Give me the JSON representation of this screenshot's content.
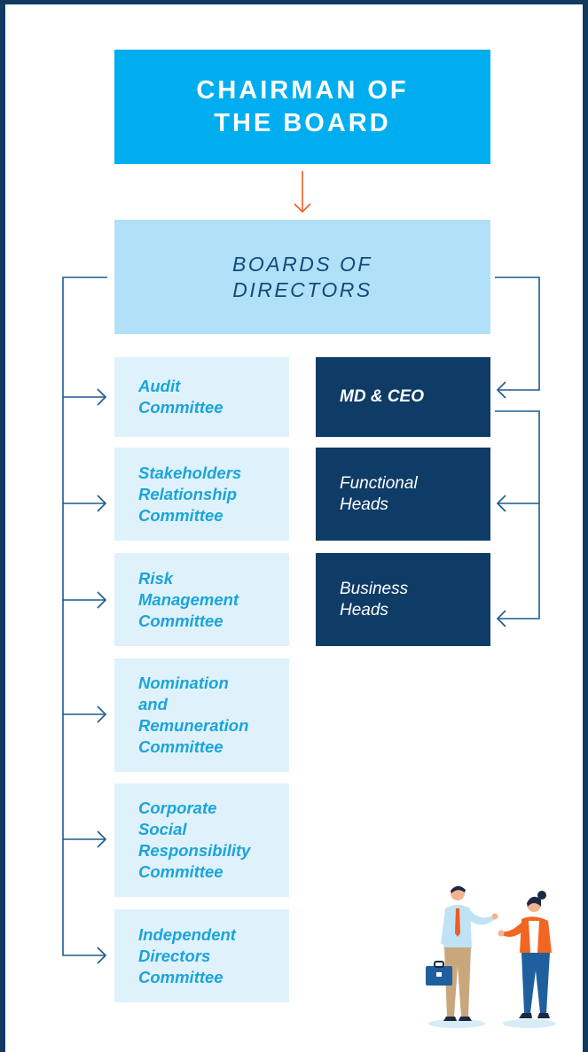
{
  "chart": {
    "chairman": "CHAIRMAN OF THE BOARD",
    "board": "BOARDS OF DIRECTORS",
    "committees": [
      "Audit Committee",
      "Stakeholders Relationship Committee",
      "Risk Management Committee",
      "Nomination and Remuneration Committee",
      "Corporate Social Responsibility Committee",
      "Independent Directors Committee"
    ],
    "executives": [
      "MD & CEO",
      "Functional Heads",
      "Business Heads"
    ]
  },
  "colors": {
    "border": "#103a60",
    "chairman_bg": "#00aeef",
    "board_bg": "#b1e1f8",
    "committee_bg": "#dff2fb",
    "committee_text": "#1aa4dc",
    "exec_bg": "#0e3c66",
    "connector": "#1b5b8f",
    "down_arrow": "#f15a24"
  }
}
